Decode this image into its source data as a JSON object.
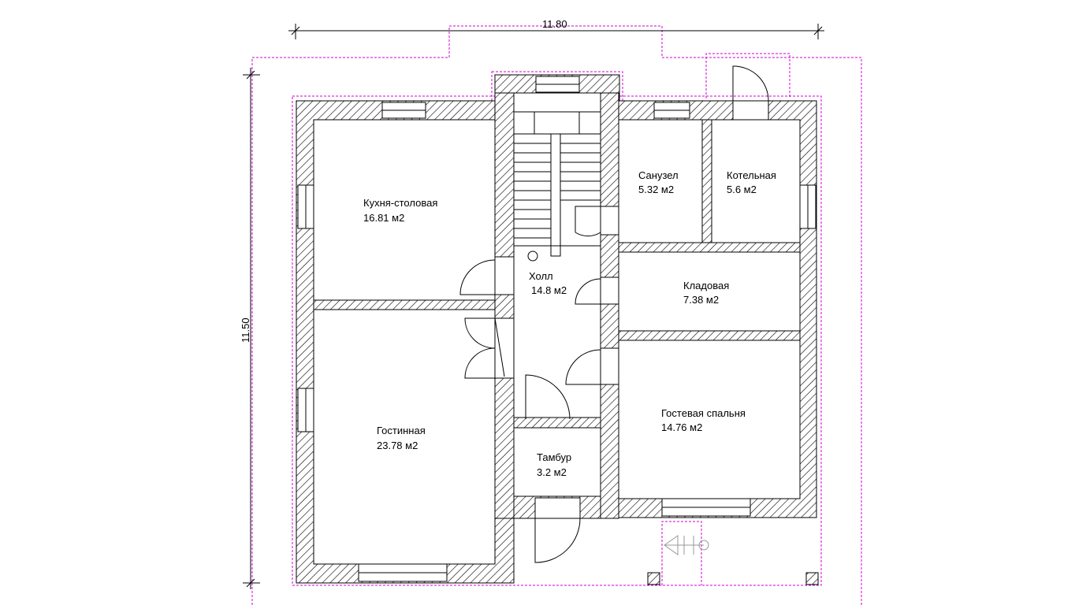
{
  "plan": {
    "dimensions": {
      "width": "11.80",
      "height": "11.50"
    },
    "rooms": [
      {
        "name": "Кухня-столовая",
        "area": "16.81 м2"
      },
      {
        "name": "Гостинная",
        "area": "23.78 м2"
      },
      {
        "name": "Холл",
        "area": "14.8 м2"
      },
      {
        "name": "Тамбур",
        "area": "3.2 м2"
      },
      {
        "name": "Санузел",
        "area": "5.32 м2"
      },
      {
        "name": "Котельная",
        "area": "5.6 м2"
      },
      {
        "name": "Кладовая",
        "area": "7.38 м2"
      },
      {
        "name": "Гостевая спальня",
        "area": "14.76 м2"
      }
    ],
    "colors": {
      "wall_hatch": "#000000",
      "boundary": "#d400d4",
      "outline": "#000000"
    }
  }
}
